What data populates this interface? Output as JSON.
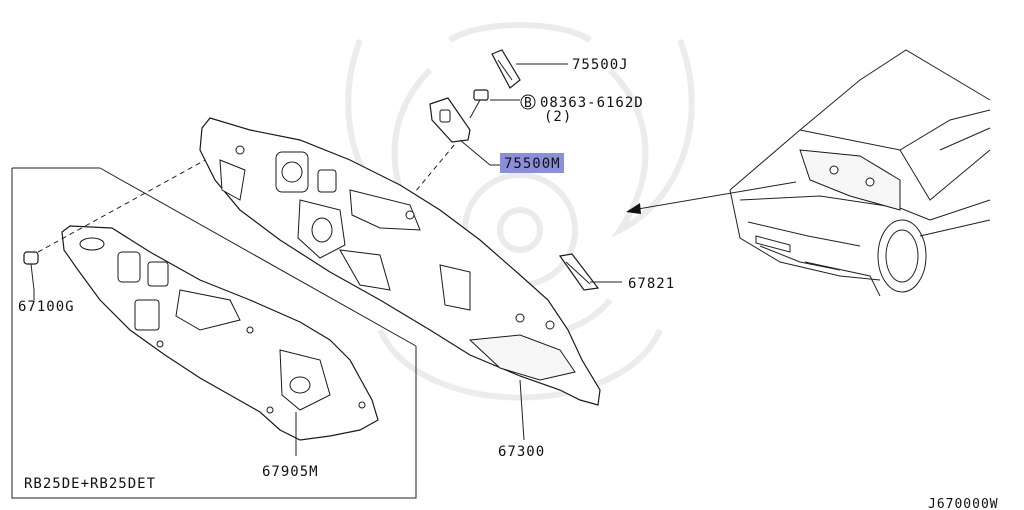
{
  "colors": {
    "background": "#ffffff",
    "ink": "#111111",
    "highlight": "#8a8fd8",
    "watermark": "#dcdcdc"
  },
  "labels": {
    "p75500J": "75500J",
    "bolt": "08363-6162D",
    "bolt_qty": "(2)",
    "bolt_marker": "B",
    "p75500M": "75500M",
    "p67821": "67821",
    "p67100G": "67100G",
    "p67905M": "67905M",
    "p67300": "67300",
    "engine_variant": "RB25DE+RB25DET",
    "diagram_code": "J670000W"
  },
  "highlighted_part": "75500M"
}
